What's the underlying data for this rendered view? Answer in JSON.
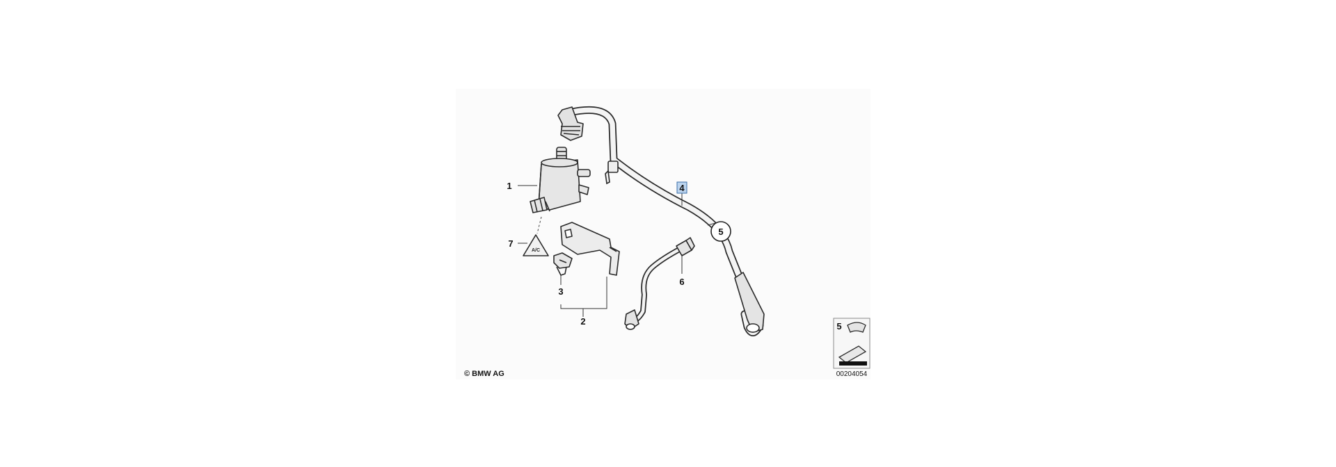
{
  "diagram": {
    "callouts": {
      "c1": "1",
      "c2": "2",
      "c3": "3",
      "c4": "4",
      "c5": "5",
      "c6": "6",
      "c7": "7"
    },
    "warning_label_text": "A/C",
    "legend": {
      "number": "5"
    },
    "image_number": "00204054",
    "copyright": "© BMW AG"
  },
  "colors": {
    "line": "#2a2a2a",
    "part_fill": "#e6e6e6",
    "callout_highlight": "#bcd4ee",
    "panel_bg": "#f7f7f7"
  }
}
